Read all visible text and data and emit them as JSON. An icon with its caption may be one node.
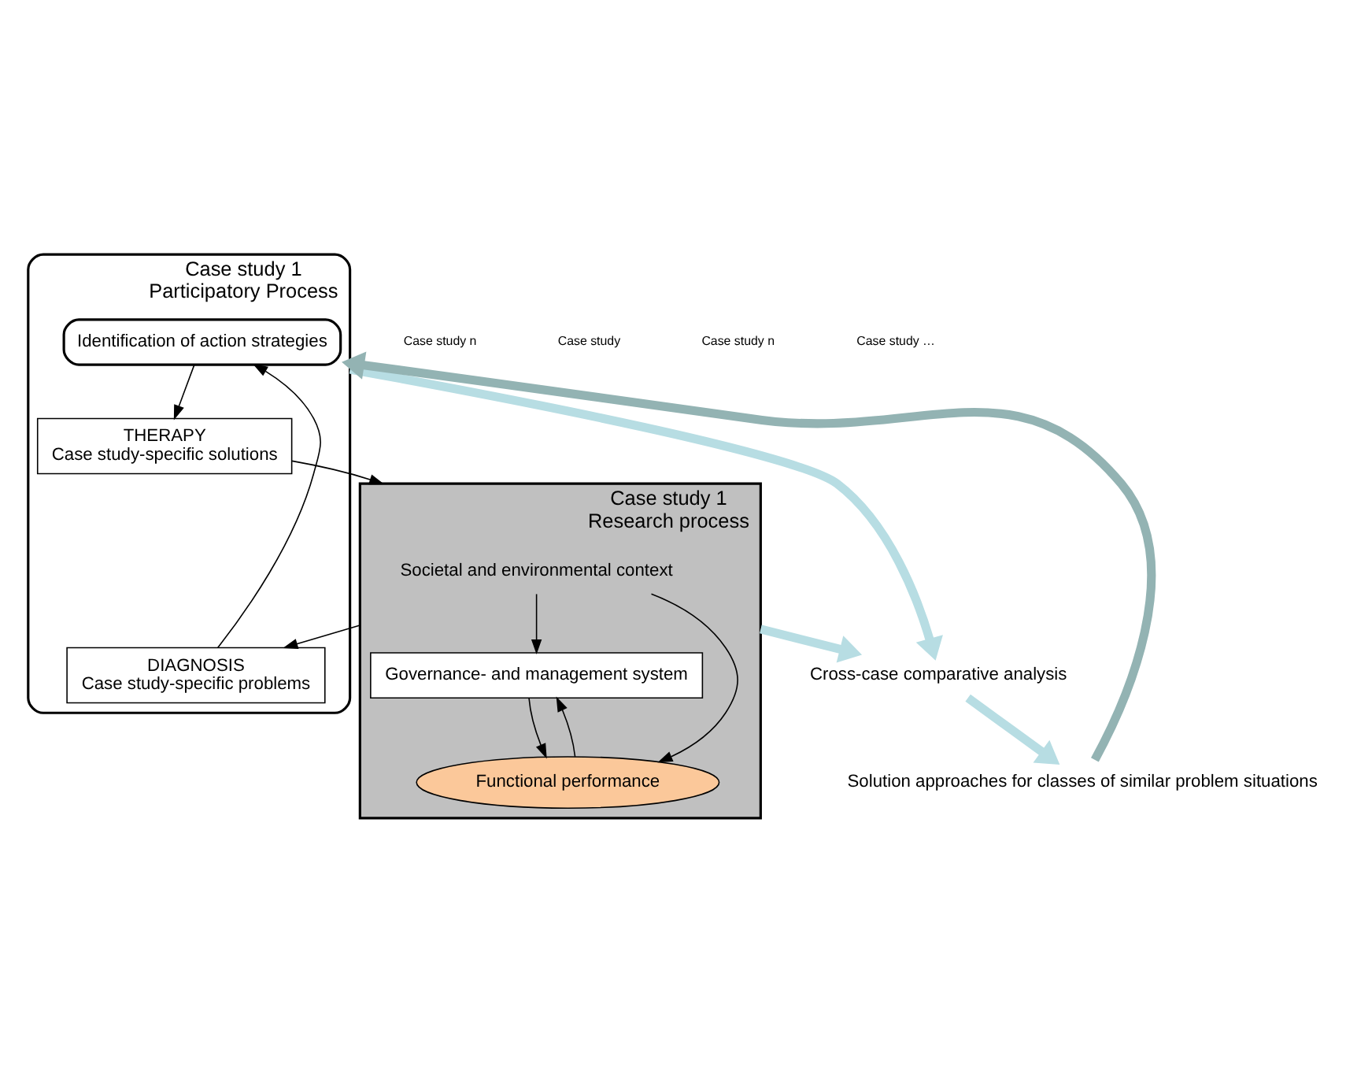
{
  "diagram": {
    "nodes": [
      {
        "text": [
          "Case study 1",
          "Participatory Process"
        ]
      },
      {
        "text": [
          "Identification of action strategies"
        ],
        "in": 0
      },
      {
        "text": [
          "DIAGNOSIS",
          "Case study-specific problems"
        ],
        "in": 0
      },
      {
        "text": [
          "THERAPY",
          "Case study-specific solutions"
        ],
        "in": 0
      },
      {
        "text": [
          "Case study 1",
          "Research process"
        ]
      },
      {
        "text": [
          "Societal and environmental context"
        ],
        "in": 4
      },
      {
        "text": [
          "Governance- and management system"
        ],
        "in": 4
      },
      {
        "text": [
          "Functional performance"
        ],
        "in": 4
      },
      {
        "text": [
          "Cross-case comparative analysis"
        ]
      },
      {
        "text": [
          "Solution approaches for classes of similar problem situations"
        ]
      }
    ],
    "edges": [
      {
        "from": 2,
        "to": 1,
        "arrow": "to"
      },
      {
        "from": 1,
        "to": 3,
        "arrow": "to"
      },
      {
        "from": 4,
        "to": 2,
        "arrow": "to"
      },
      {
        "from": 3,
        "to": 4,
        "arrow": "to"
      },
      {
        "from": 5,
        "to": 6,
        "arrow": "to"
      },
      {
        "from": 5,
        "to": 7,
        "arrow": "to"
      },
      {
        "from": 6,
        "to": 7,
        "arrow": "to"
      },
      {
        "from": 7,
        "to": 6,
        "arrow": "to"
      },
      {
        "from": 0,
        "to": 8,
        "arrow": "to",
        "style": "thick",
        "color": "#b7dde3"
      },
      {
        "from": 4,
        "to": 8,
        "arrow": "to",
        "style": "thick",
        "color": "#b7dde3"
      },
      {
        "from": 8,
        "to": 9,
        "arrow": "to",
        "style": "thick",
        "color": "#b7dde3"
      },
      {
        "from": 9,
        "to": 0,
        "arrow": "to",
        "style": "thick",
        "color": "#93b3b3"
      }
    ],
    "labels": [
      "Case study n",
      "Case study",
      "Case study n",
      "Case study …"
    ]
  }
}
